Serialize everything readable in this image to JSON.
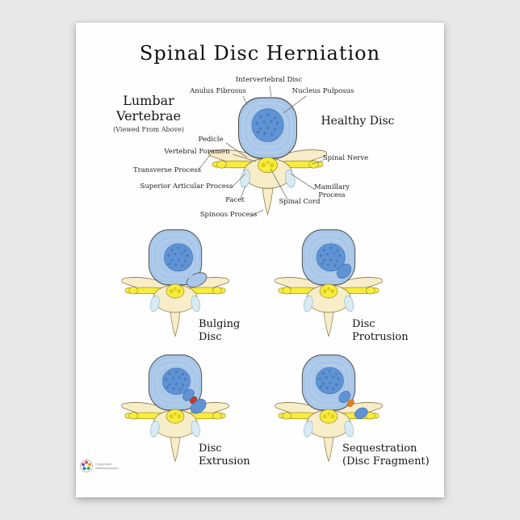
{
  "title": "Spinal Disc Herniation",
  "colors": {
    "disc_outer": "#a9c7e9",
    "disc_ring": "#c2d6ee",
    "disc_nucleus": "#5f93d3",
    "disc_nucleus_dots": "#4376ba",
    "bone": "#f7edc9",
    "bone_stroke": "#8a7442",
    "nerve_yellow": "#f7ec3f",
    "nerve_stroke": "#94861f",
    "facet": "#d9ebf2",
    "facet_stroke": "#85aec0",
    "herniation_red": "#bf3a26",
    "herniation_orange": "#e2821c"
  },
  "healthy_section": {
    "left_heading_line1": "Lumbar",
    "left_heading_line2": "Vertebrae",
    "left_subheading": "(Viewed From Above)",
    "right_heading": "Healthy Disc",
    "labels": {
      "intervertebral_disc": "Intervertebral Disc",
      "anulus_fibrosus": "Anulus Fibrosus",
      "nucleus_pulposus": "Nucleus Pulposus",
      "pedicle": "Pedicle",
      "vertebral_foramen": "Vertebral Foramen",
      "spinal_nerve": "Spinal Nerve",
      "transverse_process": "Transverse Process",
      "superior_articular_process": "Superior Articular Process",
      "mamillary_line1": "Mamillary",
      "mamillary_line2": "Process",
      "facet": "Facet",
      "spinal_cord": "Spinal Cord",
      "spinous_process": "Spinous Process"
    }
  },
  "variants": [
    {
      "id": "bulging",
      "caption_line1": "Bulging",
      "caption_line2": "Disc"
    },
    {
      "id": "protrusion",
      "caption_line1": "Disc",
      "caption_line2": "Protrusion"
    },
    {
      "id": "extrusion",
      "caption_line1": "Disc",
      "caption_line2": "Extrusion"
    },
    {
      "id": "sequestration",
      "caption_line1": "Sequestration",
      "caption_line2": "(Disc Fragment)"
    }
  ],
  "footer": {
    "copyright": "Copyright"
  }
}
